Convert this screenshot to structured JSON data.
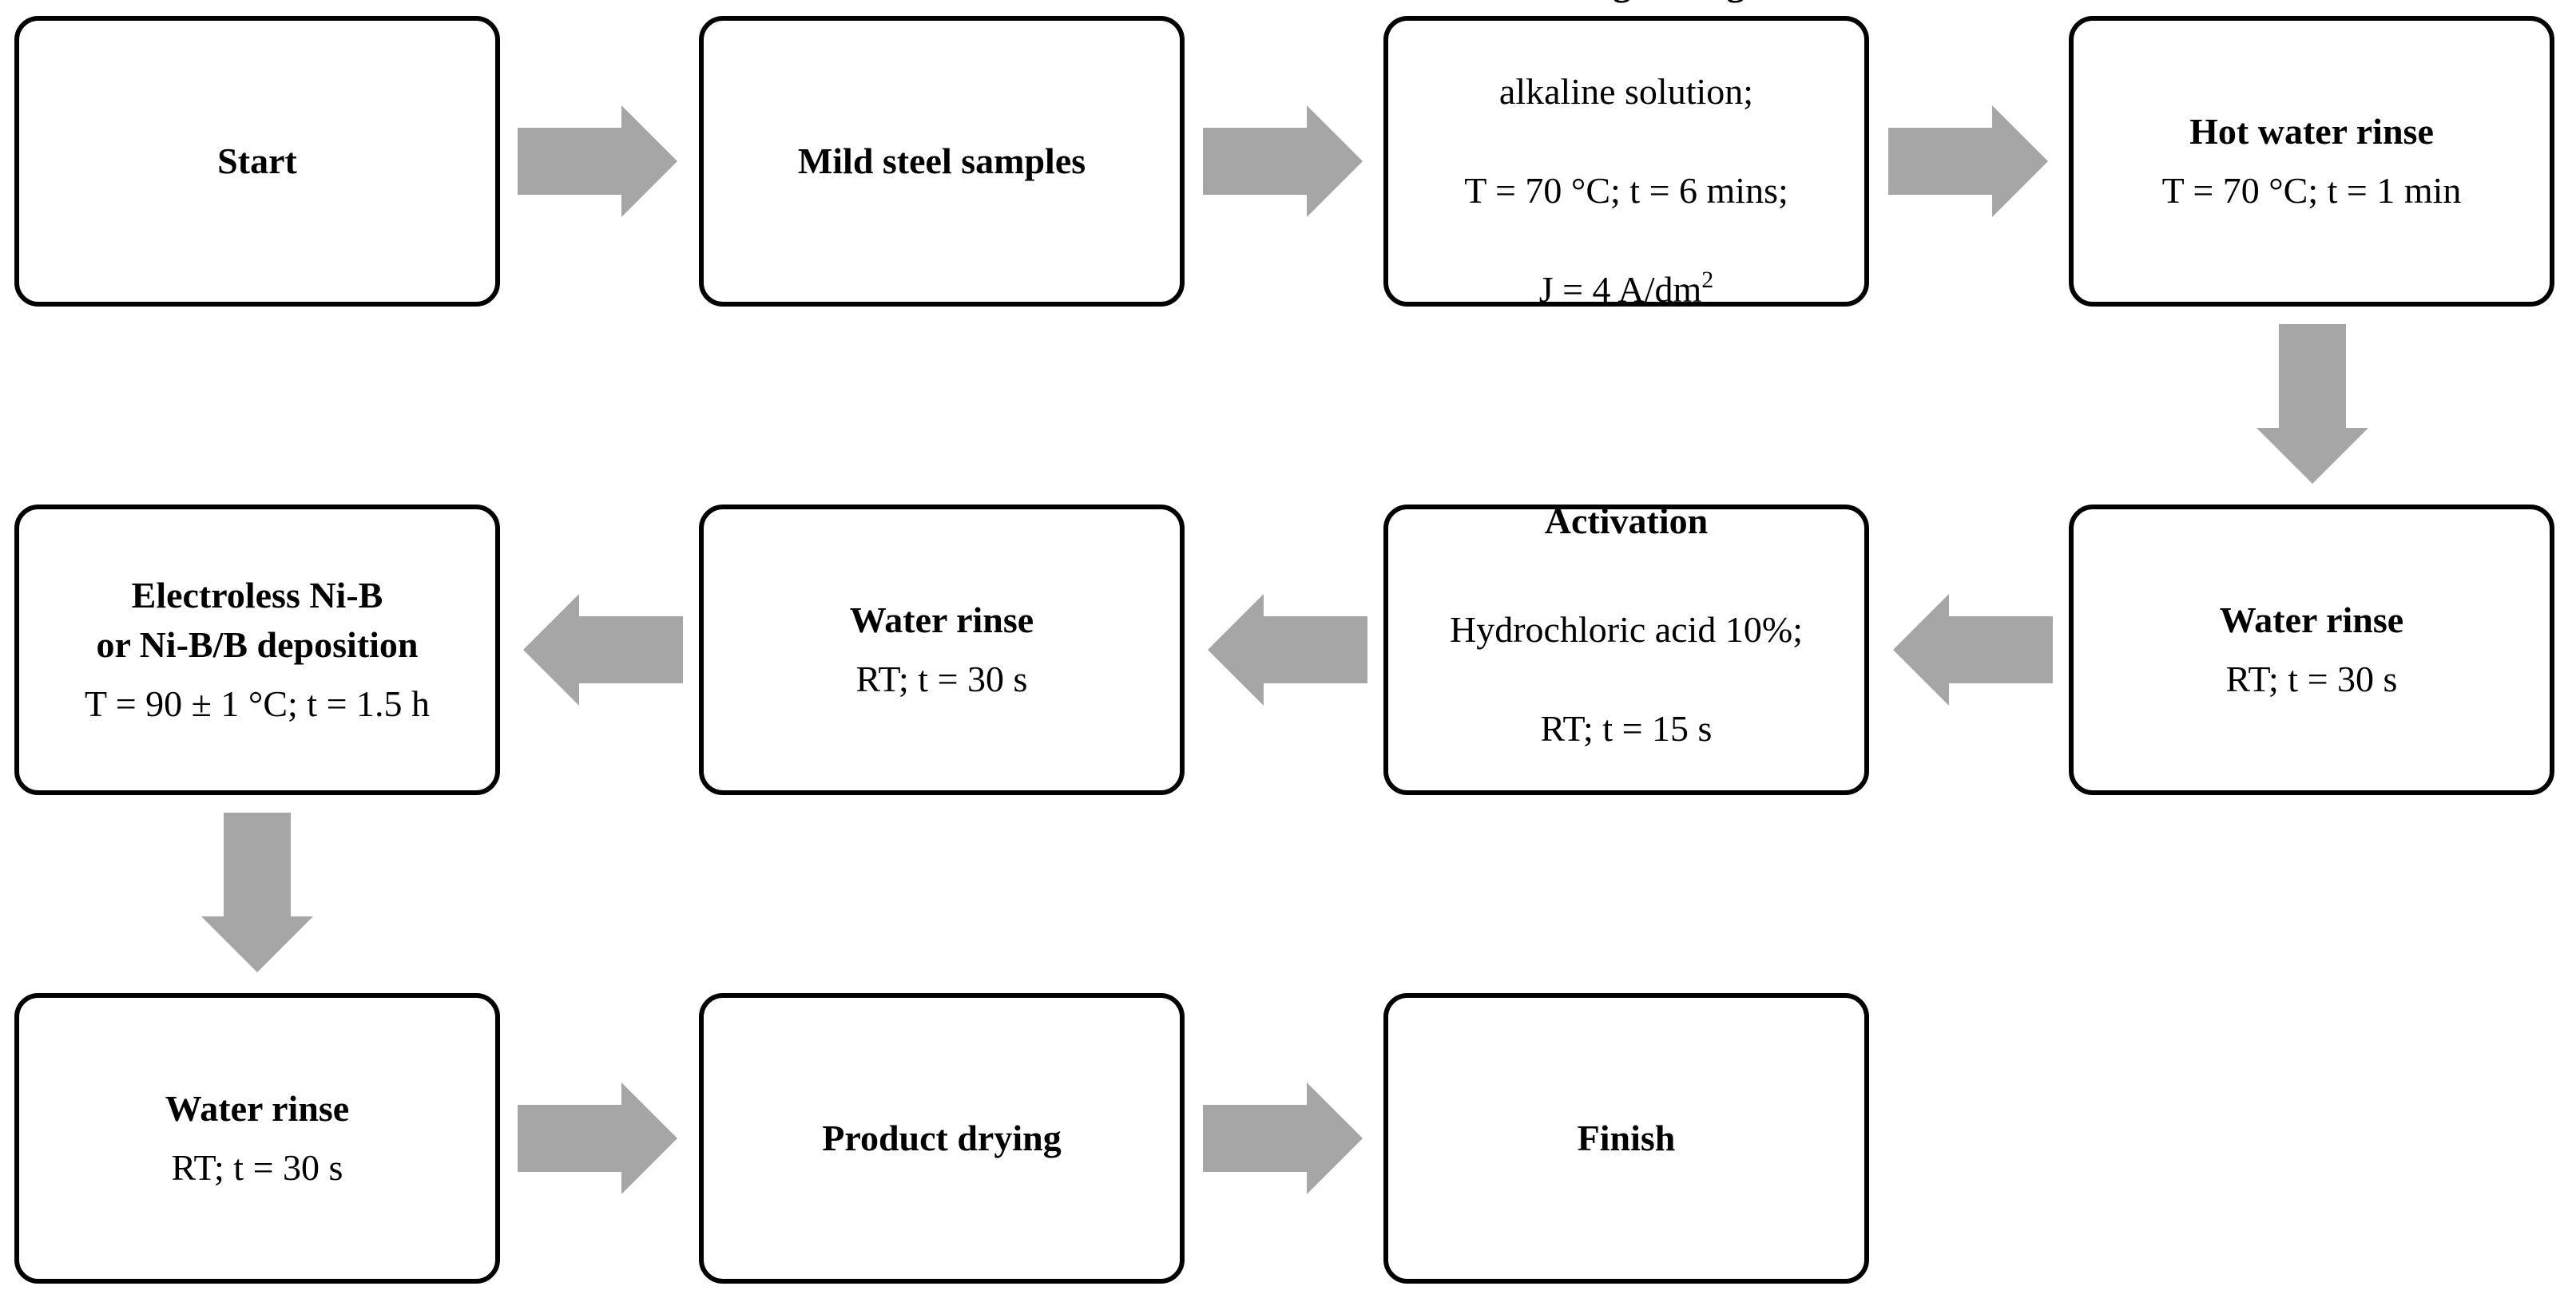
{
  "steps": {
    "start": {
      "title": "Start"
    },
    "mild_steel": {
      "title": "Mild steel samples"
    },
    "hot_degreasing": {
      "title": "Hot degreasing",
      "detail_lines": [
        "alkaline solution;",
        "T = 70 °C; t = 6 mins;"
      ],
      "detail_current": "J = 4 A/dm",
      "detail_current_exponent": "2"
    },
    "hot_water_rinse": {
      "title": "Hot water rinse",
      "detail": "T = 70 °C; t = 1 min"
    },
    "water_rinse_1": {
      "title": "Water rinse",
      "detail": "RT; t = 30 s"
    },
    "activation": {
      "title": "Activation",
      "detail_lines": [
        "Hydrochloric acid 10%;",
        "RT; t = 15 s"
      ]
    },
    "water_rinse_2": {
      "title": "Water rinse",
      "detail": "RT; t = 30 s"
    },
    "deposition": {
      "title": "Electroless Ni-B\nor Ni-B/B deposition",
      "detail": "T = 90 ± 1 °C; t = 1.5 h"
    },
    "water_rinse_3": {
      "title": "Water rinse",
      "detail": "RT; t = 30 s"
    },
    "product_drying": {
      "title": "Product drying"
    },
    "finish": {
      "title": "Finish"
    }
  },
  "colors": {
    "box_border": "#000000",
    "box_fill": "#ffffff",
    "arrow_fill": "#a6a6a6",
    "text": "#000000"
  }
}
